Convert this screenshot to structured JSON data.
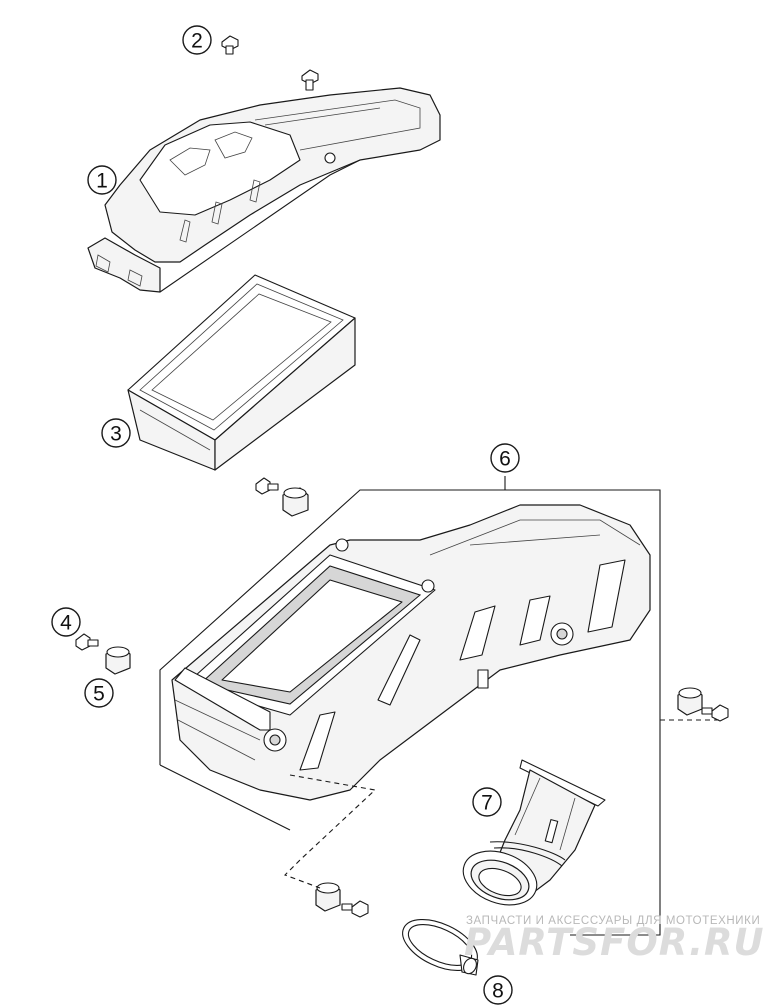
{
  "callouts": [
    {
      "id": "1",
      "label": "1"
    },
    {
      "id": "2",
      "label": "2"
    },
    {
      "id": "3",
      "label": "3"
    },
    {
      "id": "4",
      "label": "4"
    },
    {
      "id": "5",
      "label": "5"
    },
    {
      "id": "6",
      "label": "6"
    },
    {
      "id": "7",
      "label": "7"
    },
    {
      "id": "8",
      "label": "8"
    }
  ],
  "watermark": {
    "tagline": "ЗАПЧАСТИ И АКСЕССУАРЫ ДЛЯ МОТОТЕХНИКИ",
    "logo": "PARTSFOR.RU"
  }
}
